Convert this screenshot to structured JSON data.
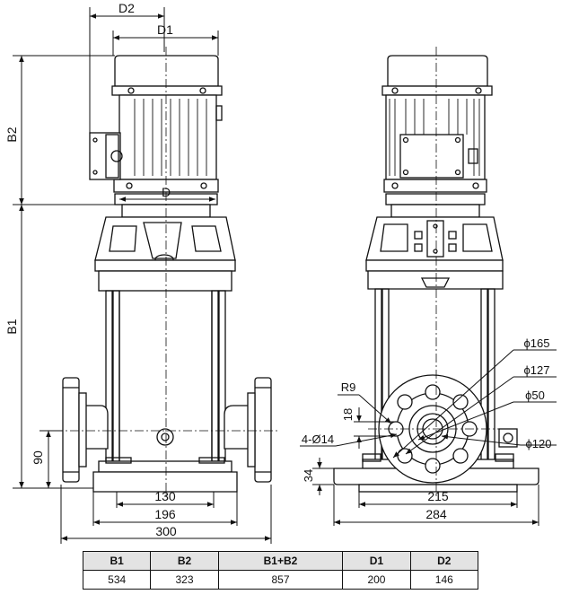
{
  "front_view": {
    "labels": {
      "d2": "D2",
      "d1": "D1",
      "d": "D",
      "b2": "B2",
      "b1": "B1",
      "h90": "90",
      "w130": "130",
      "w196": "196",
      "w300": "300"
    }
  },
  "side_view": {
    "labels": {
      "phi165": "ϕ165",
      "phi127": "ϕ127",
      "phi50": "ϕ50",
      "phi120": "ϕ120",
      "r9": "R9",
      "h18": "18",
      "holes": "4-Ø14",
      "h34": "34",
      "w215": "215",
      "w284": "284"
    }
  },
  "spec_table": {
    "headers": [
      "B1",
      "B2",
      "B1+B2",
      "D1",
      "D2"
    ],
    "values": [
      "534",
      "323",
      "857",
      "200",
      "146"
    ]
  }
}
